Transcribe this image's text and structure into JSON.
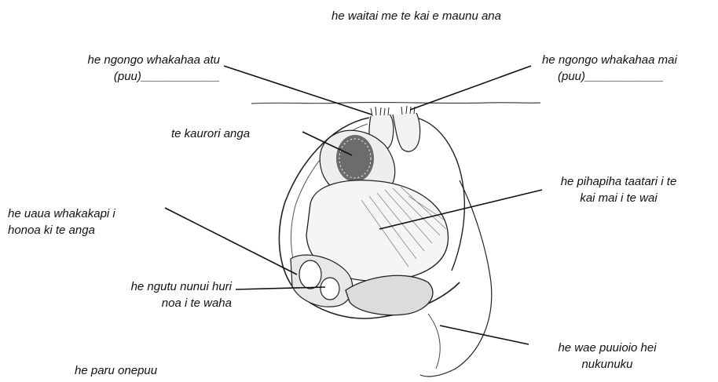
{
  "diagram": {
    "caption": "he waitai me te kai e maunu ana",
    "labels": {
      "exhalant_siphon": {
        "line1": "he ngongo whakahaa atu",
        "line2": "(puu)____________"
      },
      "inhalant_siphon": {
        "line1": "he ngongo whakahaa mai",
        "line2": "(puu)____________"
      },
      "shell": {
        "line1": "te kaurori anga"
      },
      "gill": {
        "line1": "he pihapiha taatari i te",
        "line2": "kai mai i te wai"
      },
      "adductor_muscle": {
        "line1": "he uaua whakakapi i",
        "line2": "honoa ki te anga"
      },
      "labial_palps": {
        "line1": "he ngutu nunui huri",
        "line2": "noa i te waha"
      },
      "foot": {
        "line1": "he wae puuioio hei",
        "line2": "nukunuku"
      },
      "substrate": {
        "line1": "he paru onepuu"
      }
    }
  }
}
